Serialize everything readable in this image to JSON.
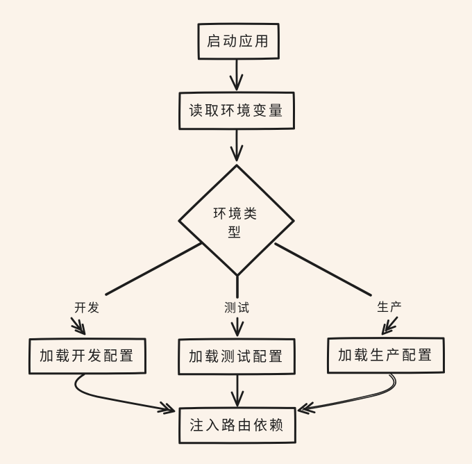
{
  "canvas": {
    "background_color": "#fbf3ea",
    "stroke_color": "#1d1d1d"
  },
  "nodes": {
    "start": {
      "shape": "rectangle",
      "label": "启动应用"
    },
    "read_env": {
      "shape": "rectangle",
      "label": "读取环境变量"
    },
    "env_type": {
      "shape": "diamond",
      "label": "环境类型",
      "line1": "环境类",
      "line2": "型"
    },
    "load_dev": {
      "shape": "rectangle",
      "label": "加载开发配置"
    },
    "load_test": {
      "shape": "rectangle",
      "label": "加载测试配置"
    },
    "load_prod": {
      "shape": "rectangle",
      "label": "加载生产配置"
    },
    "inject_router": {
      "shape": "rectangle",
      "label": "注入路由依赖"
    }
  },
  "edges": {
    "dev_branch_label": "开发",
    "test_branch_label": "测试",
    "prod_branch_label": "生产"
  }
}
